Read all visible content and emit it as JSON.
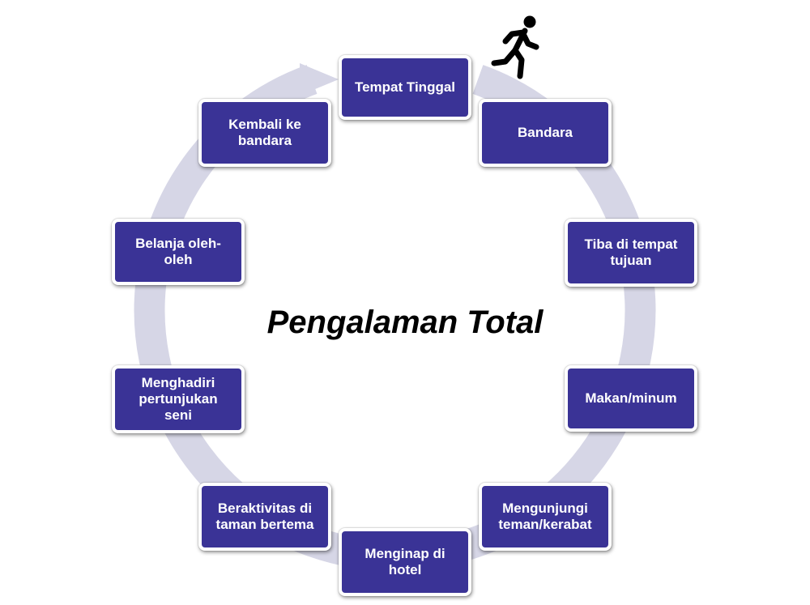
{
  "diagram": {
    "center_title": "Pengalaman Total",
    "steps": [
      "Tempat Tinggal",
      "Bandara",
      "Tiba di tempat\ntujuan",
      "Makan/minum",
      "Mengunjungi\nteman/kerabat",
      "Menginap di\nhotel",
      "Beraktivitas di\ntaman bertema",
      "Menghadiri\npertunjukan\nseni",
      "Belanja oleh-\noleh",
      "Kembali ke\nbandara"
    ],
    "icons": {
      "runner": "running-person-icon"
    },
    "colors": {
      "node_fill": "#3a3396",
      "ring": "#d6d6e6",
      "text": "#ffffff"
    }
  }
}
